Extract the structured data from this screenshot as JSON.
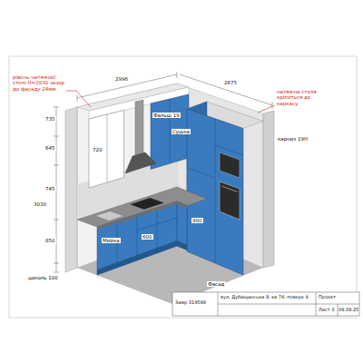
{
  "diagram": {
    "labels": [
      "2996",
      "2675",
      "рівень натяжної стелі Н=2830 зазор до фасаду 24мм",
      "натяжна стеля кріпиться до каркасу",
      "Фальш 19",
      "Сушка",
      "карниз 19Н",
      "735",
      "645",
      "745",
      "3030",
      "850",
      "цоколь 100",
      "Мийка",
      "600",
      "900",
      "720",
      "Фасад",
      "Замр 319598",
      "вул. Дубищанська 9, кв 74, поверх 4",
      "Проект",
      "Лист 3",
      "08.08.25"
    ]
  }
}
